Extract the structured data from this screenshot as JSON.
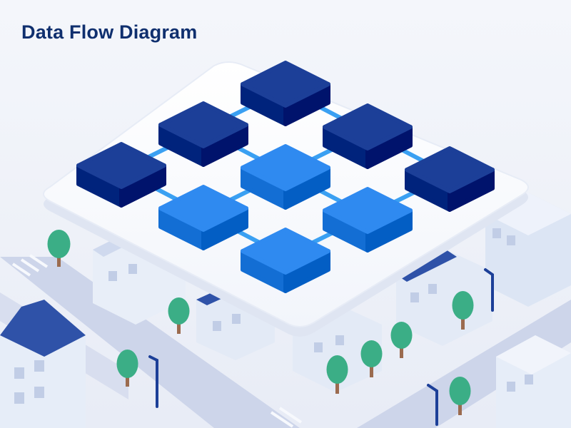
{
  "title": "Data Flow Diagram",
  "colors": {
    "background": "#eef1f8",
    "title": "#0f2f6e",
    "node_dark": "#1c3f98",
    "node_light": "#2f8af0",
    "connector": "#3aa0f2",
    "platform": "#ffffff",
    "road": "#cdd5ea",
    "building": "#dce5f4",
    "roof": "#2f52a8",
    "tree": "#3bae86"
  },
  "diagram": {
    "type": "isometric-grid",
    "rows": 3,
    "cols": 3,
    "nodes": [
      {
        "id": "node-1",
        "tone": "dark"
      },
      {
        "id": "node-2",
        "tone": "dark"
      },
      {
        "id": "node-3",
        "tone": "dark"
      },
      {
        "id": "node-4",
        "tone": "light"
      },
      {
        "id": "node-5",
        "tone": "light"
      },
      {
        "id": "node-6",
        "tone": "dark"
      },
      {
        "id": "node-7",
        "tone": "light"
      },
      {
        "id": "node-8",
        "tone": "light"
      },
      {
        "id": "node-9",
        "tone": "dark"
      }
    ],
    "edges": [
      [
        "node-1",
        "node-2"
      ],
      [
        "node-1",
        "node-4"
      ],
      [
        "node-2",
        "node-3"
      ],
      [
        "node-2",
        "node-5"
      ],
      [
        "node-3",
        "node-6"
      ],
      [
        "node-4",
        "node-5"
      ],
      [
        "node-4",
        "node-7"
      ],
      [
        "node-5",
        "node-6"
      ],
      [
        "node-5",
        "node-8"
      ],
      [
        "node-6",
        "node-9"
      ],
      [
        "node-7",
        "node-8"
      ],
      [
        "node-8",
        "node-9"
      ]
    ]
  }
}
